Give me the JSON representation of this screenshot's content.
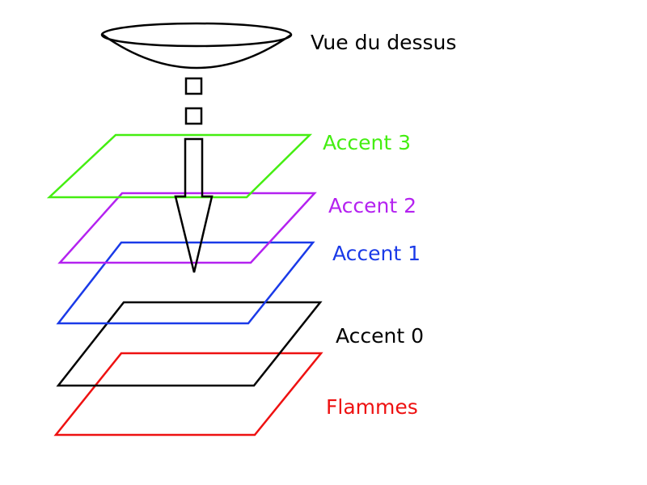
{
  "view": {
    "label": "Vue du dessus",
    "color": "#000000"
  },
  "layers": [
    {
      "name": "Accent 3",
      "color": "#44ee11"
    },
    {
      "name": "Accent 2",
      "color": "#b422f0"
    },
    {
      "name": "Accent 1",
      "color": "#1a3ae8"
    },
    {
      "name": "Accent 0",
      "color": "#000000"
    },
    {
      "name": "Flammes",
      "color": "#ee1111"
    }
  ]
}
